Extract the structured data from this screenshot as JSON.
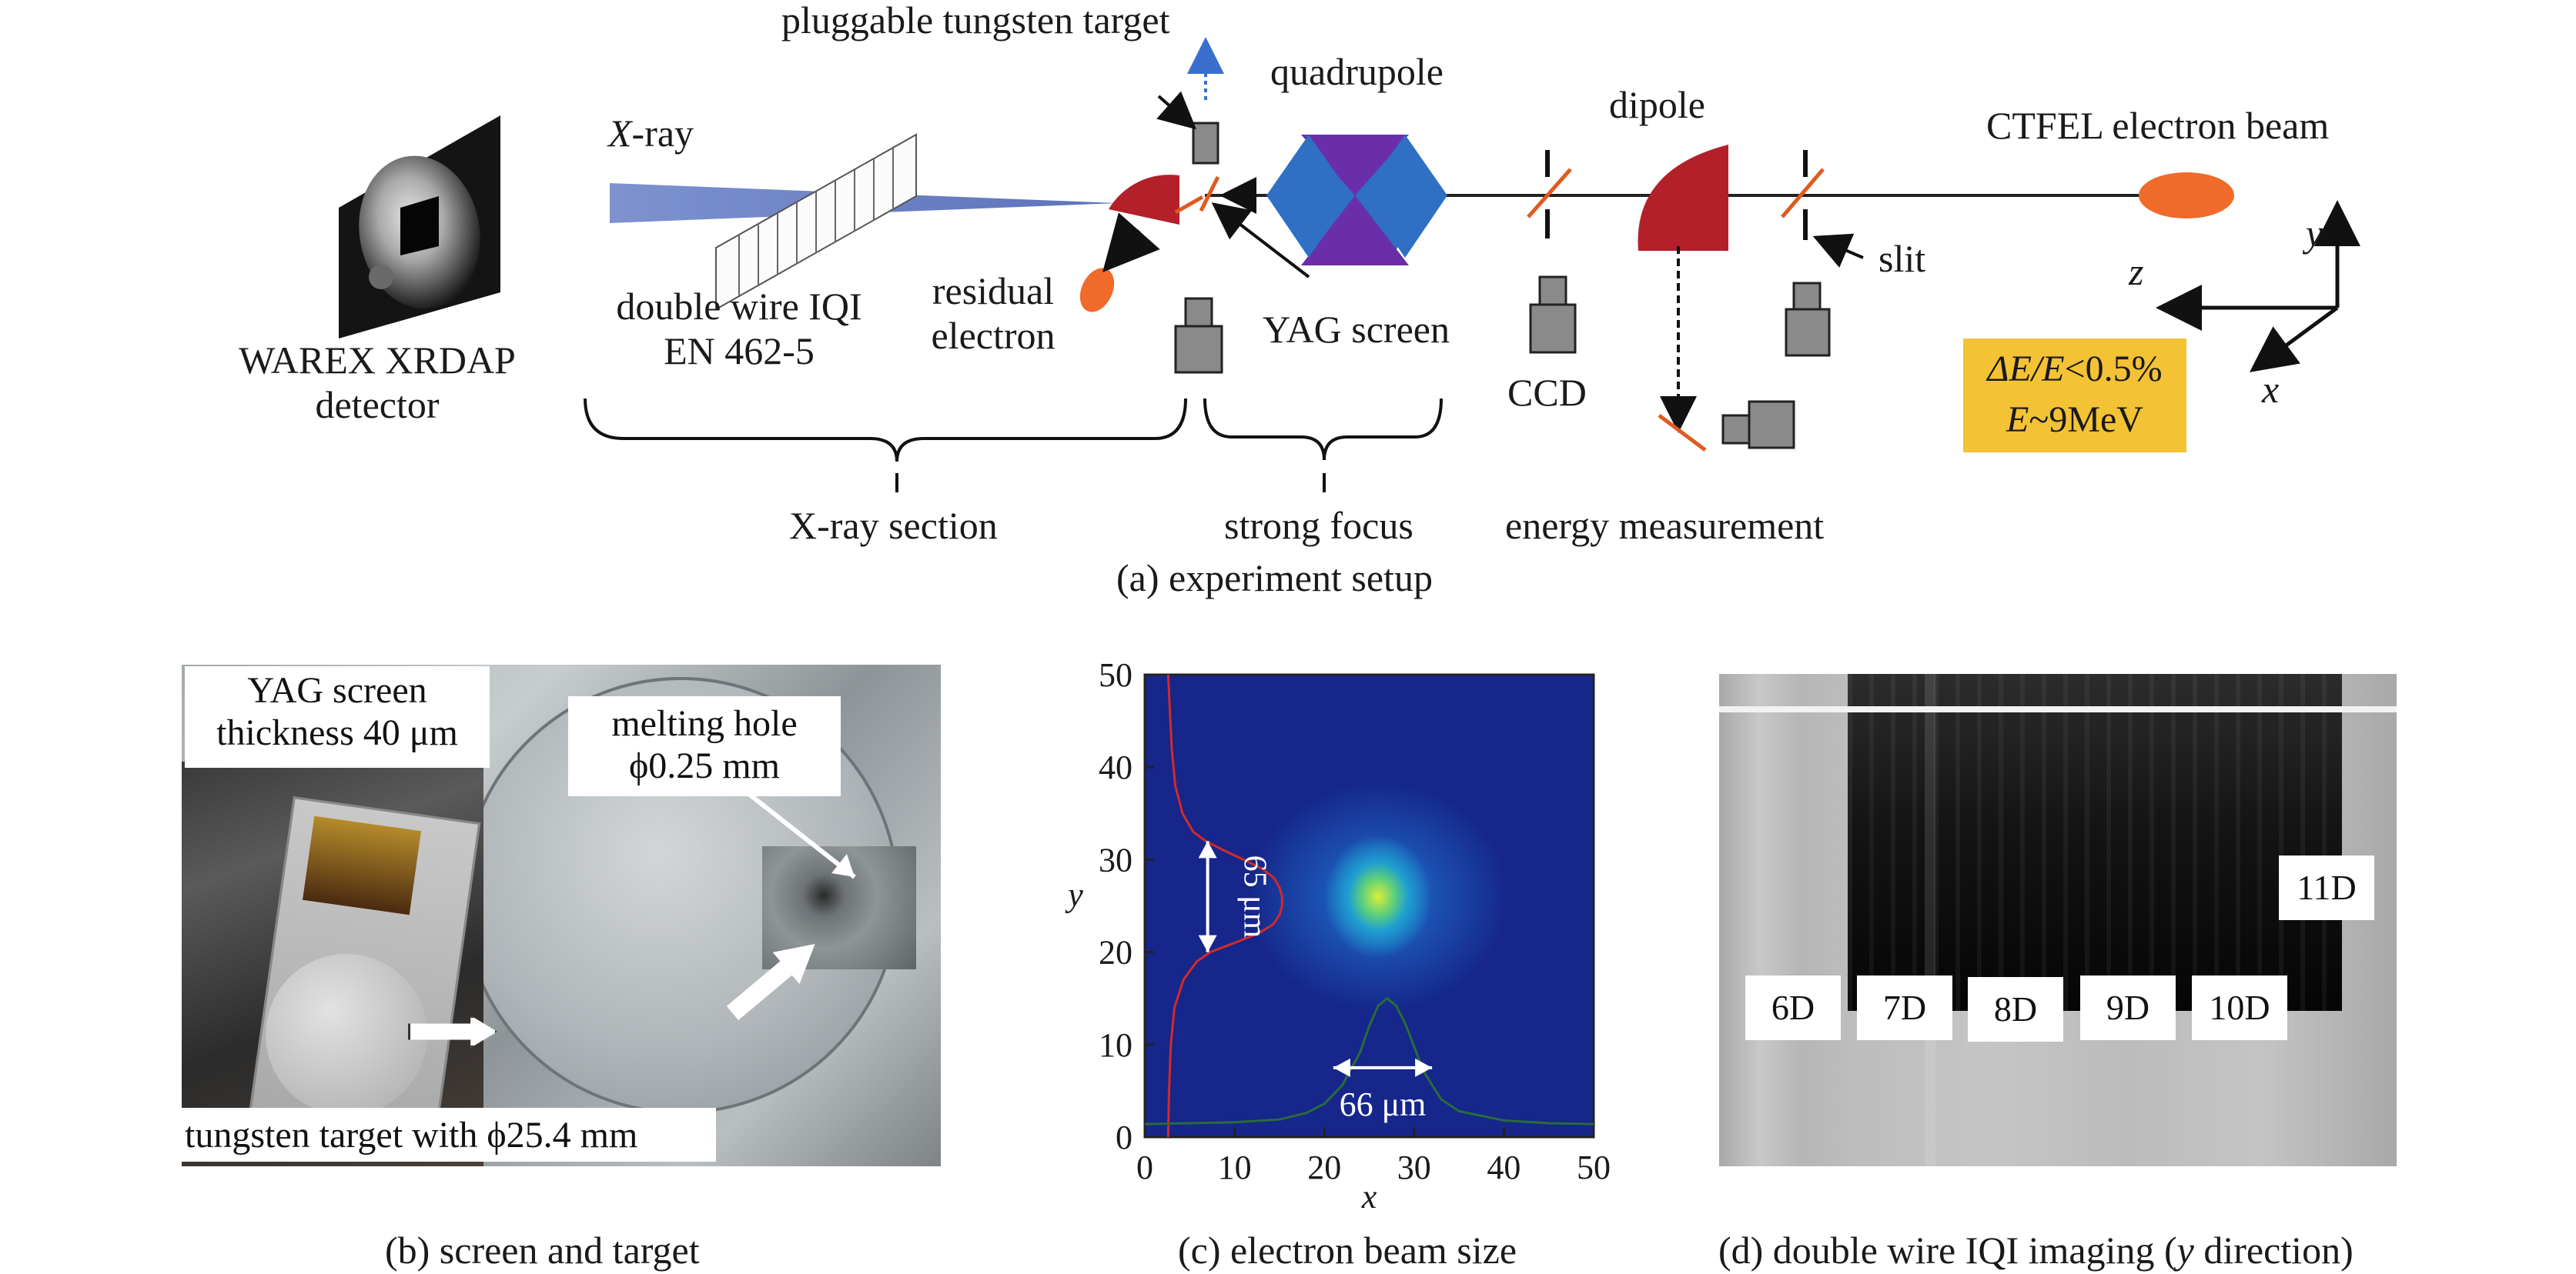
{
  "panel_a": {
    "caption": "(a) experiment setup",
    "detector": {
      "line1": "WAREX XRDAP",
      "line2": "detector"
    },
    "xray": {
      "italic": "X",
      "rest": "-ray"
    },
    "iqi": {
      "line1": "double wire IQI",
      "line2": "EN 462-5"
    },
    "residual": {
      "line1": "residual",
      "line2": "electron"
    },
    "pluggable": "pluggable tungsten target",
    "yag": "YAG screen",
    "quadrupole": "quadrupole",
    "dipole": "dipole",
    "beam": "CTFEL electron beam",
    "slit": "slit",
    "ccd": "CCD",
    "sections": {
      "xray": "X-ray section",
      "focus": "strong focus",
      "energy": "energy measurement"
    },
    "params": {
      "line1_a": "ΔE/E",
      "line1_b": "<0.5%",
      "line2_a": "E",
      "line2_b": "~9MeV"
    },
    "axes": {
      "x": "x",
      "y": "y",
      "z": "z"
    },
    "colors": {
      "magnet_red": "#b3202a",
      "quad_blue": "#2f6fc4",
      "quad_purple": "#6a2fa8",
      "beam_orange": "#f06a2a",
      "param_box": "#f3c235"
    }
  },
  "panel_b": {
    "caption": "(b) screen and target",
    "yag_label": {
      "line1": "YAG screen",
      "line2": "thickness 40 μm"
    },
    "melt_label": {
      "line1": "melting hole",
      "line2": "ϕ0.25 mm"
    },
    "target_label": "tungsten target with ϕ25.4 mm"
  },
  "panel_c": {
    "caption": "(c) electron beam size",
    "chart_data": {
      "type": "heatmap",
      "xlabel": "x",
      "ylabel": "y",
      "xlim": [
        0,
        50
      ],
      "ylim": [
        0,
        50
      ],
      "x_ticks": [
        0,
        10,
        20,
        30,
        40,
        50
      ],
      "y_ticks": [
        0,
        10,
        20,
        30,
        40,
        50
      ],
      "beam_center": {
        "x": 27,
        "y": 26
      },
      "annotations": [
        {
          "text": "65 μm",
          "axis": "y",
          "from": 20,
          "to": 32
        },
        {
          "text": "66 μm",
          "axis": "x",
          "from": 21,
          "to": 32
        }
      ],
      "series": [
        {
          "color": "#d22a2a",
          "axis": "y",
          "points": [
            [
              0,
              2.6
            ],
            [
              5,
              2.7
            ],
            [
              10,
              2.9
            ],
            [
              14,
              3.3
            ],
            [
              17,
              4.3
            ],
            [
              19,
              5.8
            ],
            [
              20,
              7.3
            ],
            [
              21,
              10
            ],
            [
              22,
              12.6
            ],
            [
              23,
              14.3
            ],
            [
              24,
              15
            ],
            [
              25,
              15.3
            ],
            [
              26,
              15.3
            ],
            [
              27,
              15
            ],
            [
              28,
              14.4
            ],
            [
              29,
              13.1
            ],
            [
              30,
              11
            ],
            [
              31,
              8.8
            ],
            [
              32,
              6.8
            ],
            [
              33,
              5.4
            ],
            [
              35,
              4.2
            ],
            [
              38,
              3.4
            ],
            [
              42,
              3
            ],
            [
              46,
              2.8
            ],
            [
              50,
              2.6
            ]
          ]
        },
        {
          "color": "#2a6b3a",
          "axis": "x",
          "points": [
            [
              0,
              1.4
            ],
            [
              5,
              1.5
            ],
            [
              10,
              1.6
            ],
            [
              15,
              1.9
            ],
            [
              18,
              2.6
            ],
            [
              20,
              3.6
            ],
            [
              22,
              5.6
            ],
            [
              24,
              9.2
            ],
            [
              25,
              12
            ],
            [
              26,
              14.2
            ],
            [
              27,
              15
            ],
            [
              28,
              14.2
            ],
            [
              29,
              12.3
            ],
            [
              30,
              9.8
            ],
            [
              31,
              7.2
            ],
            [
              33,
              4.1
            ],
            [
              35,
              2.8
            ],
            [
              40,
              1.8
            ],
            [
              45,
              1.5
            ],
            [
              50,
              1.4
            ]
          ]
        }
      ]
    }
  },
  "panel_d": {
    "caption_pre": "(d) double wire IQI imaging (",
    "caption_italic": "y",
    "caption_post": " direction)",
    "labels": [
      "6D",
      "7D",
      "8D",
      "9D",
      "10D",
      "11D"
    ]
  }
}
